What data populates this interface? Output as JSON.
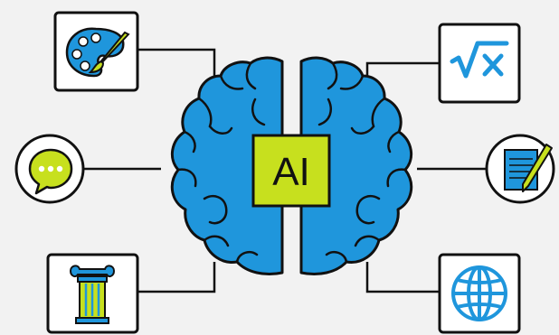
{
  "center_label": "AI",
  "colors": {
    "background": "#f2f2f2",
    "brain": "#1f96dc",
    "accent": "#c7e01e",
    "outline": "#111111",
    "box_fill": "#ffffff"
  },
  "nodes": [
    {
      "id": "art",
      "icon": "palette-icon",
      "side": "left"
    },
    {
      "id": "chat",
      "icon": "chat-bubble-icon",
      "side": "left"
    },
    {
      "id": "history",
      "icon": "greek-column-icon",
      "side": "left"
    },
    {
      "id": "math",
      "icon": "square-root-icon",
      "side": "right"
    },
    {
      "id": "writing",
      "icon": "notepad-pencil-icon",
      "side": "right"
    },
    {
      "id": "geography",
      "icon": "globe-icon",
      "side": "right"
    }
  ]
}
